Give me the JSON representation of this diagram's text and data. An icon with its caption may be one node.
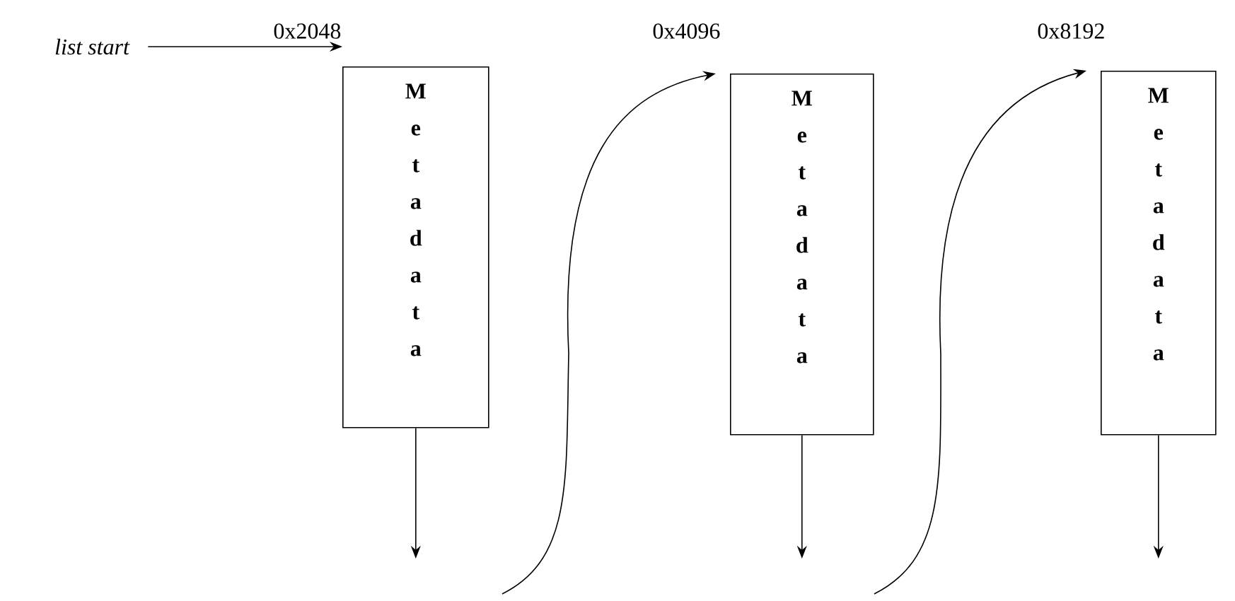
{
  "diagram": {
    "nodes": [
      {
        "text": [
          "list start"
        ]
      },
      {
        "text": [
          "Metadata"
        ],
        "beside": [
          "0x2048"
        ]
      },
      {
        "text": [
          "Metadata"
        ],
        "beside": [
          "0x4096"
        ]
      },
      {
        "text": [
          "Metadata"
        ],
        "beside": [
          "0x8192"
        ]
      }
    ],
    "edges": [
      {
        "from": 0,
        "to": 1,
        "arrow": "to"
      },
      {
        "from": 1,
        "to": null,
        "arrow": "to"
      },
      {
        "from": null,
        "to": 2,
        "arrow": "to"
      },
      {
        "from": 2,
        "to": null,
        "arrow": "to"
      },
      {
        "from": null,
        "to": 3,
        "arrow": "to"
      },
      {
        "from": 3,
        "to": null,
        "arrow": "to"
      }
    ]
  }
}
